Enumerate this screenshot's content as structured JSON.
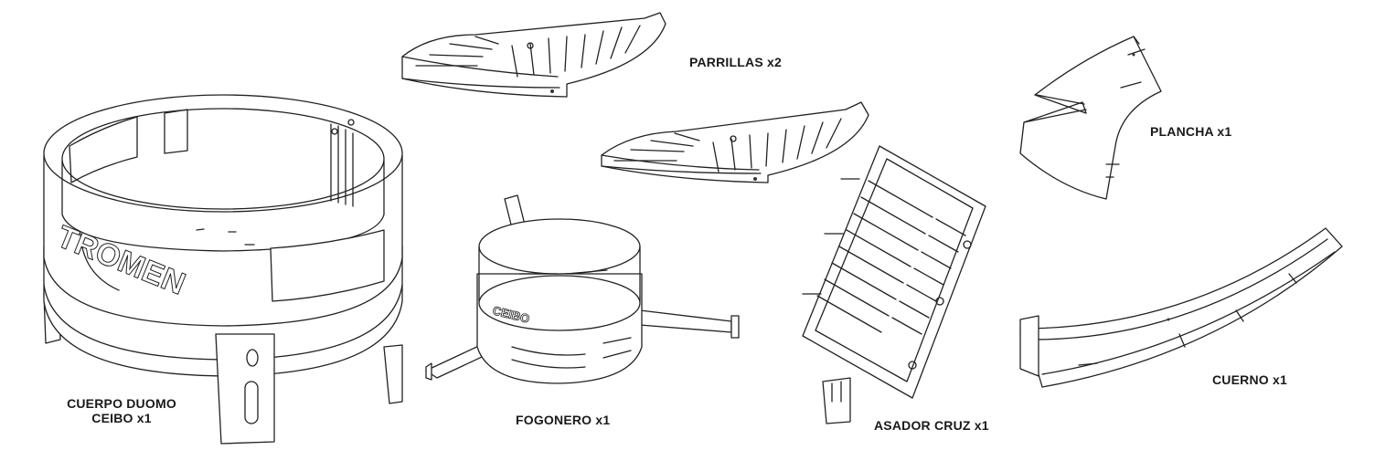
{
  "parts": {
    "cuerpo": {
      "line1": "CUERPO DUOMO",
      "line2": "CEIBO x1",
      "logo": "TROMEN"
    },
    "parrillas": {
      "label": "PARRILLAS x2"
    },
    "fogonero": {
      "label": "FOGONERO x1",
      "stamp": "CEIBO"
    },
    "asador": {
      "label": "ASADOR CRUZ x1"
    },
    "plancha": {
      "label": "PLANCHA x1"
    },
    "cuerno": {
      "label": "CUERNO x1"
    }
  },
  "colors": {
    "line": "#222222",
    "background": "#ffffff",
    "text": "#1a1a1a"
  }
}
